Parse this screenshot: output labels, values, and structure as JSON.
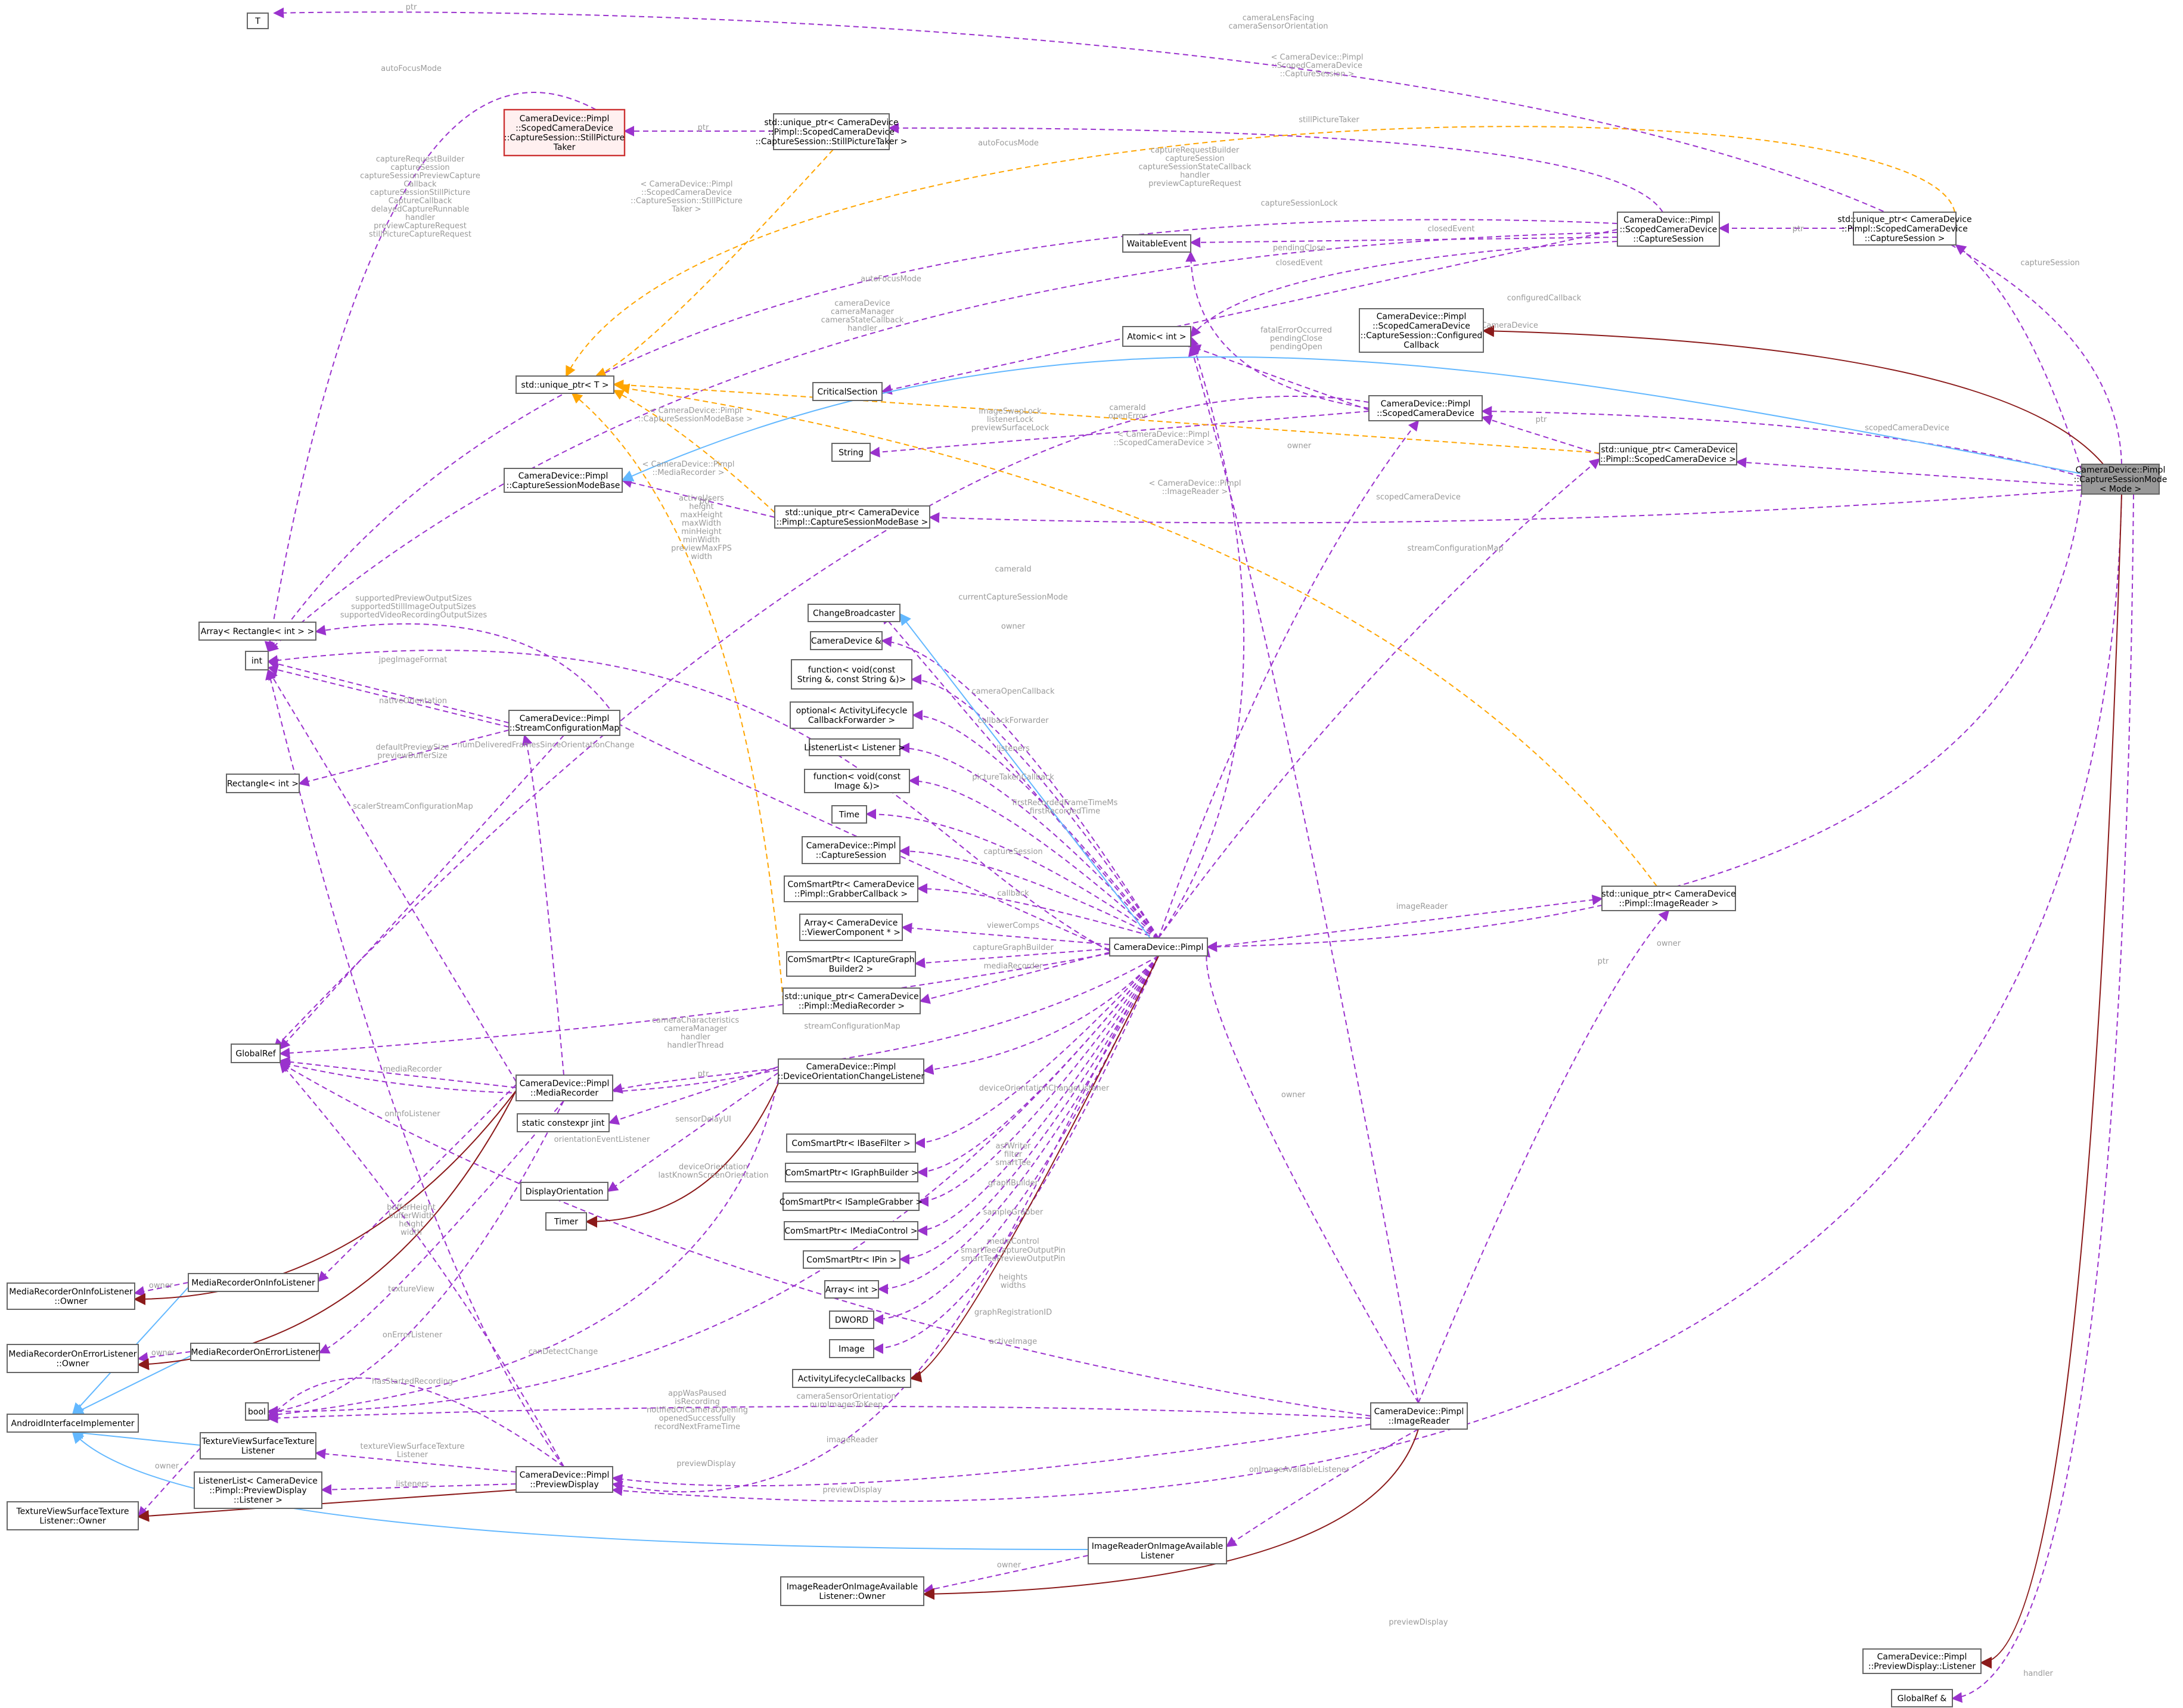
{
  "diagram": {
    "focus_node": "CameraDevice::Pimpl::CaptureSessionMode< Mode >",
    "nodes": [
      {
        "id": "n_T",
        "lines": [
          "T"
        ]
      },
      {
        "id": "n_still",
        "lines": [
          "CameraDevice::Pimpl",
          "::ScopedCameraDevice",
          "::CaptureSession::StillPicture",
          "Taker"
        ]
      },
      {
        "id": "n_up_still",
        "lines": [
          "std::unique_ptr< CameraDevice",
          "::Pimpl::ScopedCameraDevice",
          "::CaptureSession::StillPictureTaker >"
        ]
      },
      {
        "id": "n_capsess",
        "lines": [
          "CameraDevice::Pimpl",
          "::ScopedCameraDevice",
          "::CaptureSession"
        ]
      },
      {
        "id": "n_up_capsess",
        "lines": [
          "std::unique_ptr< CameraDevice",
          "::Pimpl::ScopedCameraDevice",
          "::CaptureSession >"
        ]
      },
      {
        "id": "n_waitable",
        "lines": [
          "WaitableEvent"
        ]
      },
      {
        "id": "n_configured",
        "lines": [
          "CameraDevice::Pimpl",
          "::ScopedCameraDevice",
          "::CaptureSession::Configured",
          "Callback"
        ]
      },
      {
        "id": "n_atomic",
        "lines": [
          "Atomic< int >"
        ]
      },
      {
        "id": "n_uptr",
        "lines": [
          "std::unique_ptr< T >"
        ]
      },
      {
        "id": "n_critical",
        "lines": [
          "CriticalSection"
        ]
      },
      {
        "id": "n_scoped",
        "lines": [
          "CameraDevice::Pimpl",
          "::ScopedCameraDevice"
        ]
      },
      {
        "id": "n_string",
        "lines": [
          "String"
        ]
      },
      {
        "id": "n_up_scoped",
        "lines": [
          "std::unique_ptr< CameraDevice",
          "::Pimpl::ScopedCameraDevice >"
        ]
      },
      {
        "id": "n_focus",
        "lines": [
          "CameraDevice::Pimpl",
          "::CaptureSessionMode",
          "< Mode >"
        ]
      },
      {
        "id": "n_modebase",
        "lines": [
          "CameraDevice::Pimpl",
          "::CaptureSessionModeBase"
        ]
      },
      {
        "id": "n_up_modebase",
        "lines": [
          "std::unique_ptr< CameraDevice",
          "::Pimpl::CaptureSessionModeBase >"
        ]
      },
      {
        "id": "n_arr_rect",
        "lines": [
          "Array< Rectangle< int > >"
        ]
      },
      {
        "id": "n_changebc",
        "lines": [
          "ChangeBroadcaster"
        ]
      },
      {
        "id": "n_camref",
        "lines": [
          "CameraDevice &"
        ]
      },
      {
        "id": "n_func1",
        "lines": [
          "function< void(const",
          "String &, const String &)>"
        ]
      },
      {
        "id": "n_int",
        "lines": [
          "int"
        ]
      },
      {
        "id": "n_streamcfg",
        "lines": [
          "CameraDevice::Pimpl",
          "::StreamConfigurationMap"
        ]
      },
      {
        "id": "n_optional",
        "lines": [
          "optional< ActivityLifecycle",
          "CallbackForwarder >"
        ]
      },
      {
        "id": "n_listenerlist",
        "lines": [
          "ListenerList< Listener >"
        ]
      },
      {
        "id": "n_rect",
        "lines": [
          "Rectangle< int >"
        ]
      },
      {
        "id": "n_func2",
        "lines": [
          "function< void(const",
          "Image &)>"
        ]
      },
      {
        "id": "n_time",
        "lines": [
          "Time"
        ]
      },
      {
        "id": "n_pcapsess",
        "lines": [
          "CameraDevice::Pimpl",
          "::CaptureSession"
        ]
      },
      {
        "id": "n_grabber",
        "lines": [
          "ComSmartPtr< CameraDevice",
          "::Pimpl::GrabberCallback >"
        ]
      },
      {
        "id": "n_arr_viewer",
        "lines": [
          "Array< CameraDevice",
          "::ViewerComponent * >"
        ]
      },
      {
        "id": "n_upimg",
        "lines": [
          "std::unique_ptr< CameraDevice",
          "::Pimpl::ImageReader >"
        ]
      },
      {
        "id": "n_pimpl",
        "lines": [
          "CameraDevice::Pimpl"
        ]
      },
      {
        "id": "n_icapture",
        "lines": [
          "ComSmartPtr< ICaptureGraph",
          "Builder2 >"
        ]
      },
      {
        "id": "n_up_mr",
        "lines": [
          "std::unique_ptr< CameraDevice",
          "::Pimpl::MediaRecorder >"
        ]
      },
      {
        "id": "n_globalref",
        "lines": [
          "GlobalRef"
        ]
      },
      {
        "id": "n_mediarec",
        "lines": [
          "CameraDevice::Pimpl",
          "::MediaRecorder"
        ]
      },
      {
        "id": "n_devorient",
        "lines": [
          "CameraDevice::Pimpl",
          "::DeviceOrientationChangeListener"
        ]
      },
      {
        "id": "n_constexpr",
        "lines": [
          "static constexpr jint"
        ]
      },
      {
        "id": "n_ibase",
        "lines": [
          "ComSmartPtr< IBaseFilter >"
        ]
      },
      {
        "id": "n_igraph",
        "lines": [
          "ComSmartPtr< IGraphBuilder >"
        ]
      },
      {
        "id": "n_disporient",
        "lines": [
          "DisplayOrientation"
        ]
      },
      {
        "id": "n_isample",
        "lines": [
          "ComSmartPtr< ISampleGrabber >"
        ]
      },
      {
        "id": "n_timer",
        "lines": [
          "Timer"
        ]
      },
      {
        "id": "n_imedia",
        "lines": [
          "ComSmartPtr< IMediaControl >"
        ]
      },
      {
        "id": "n_mroninfo",
        "lines": [
          "MediaRecorderOnInfoListener"
        ]
      },
      {
        "id": "n_mroninfo_owner",
        "lines": [
          "MediaRecorderOnInfoListener",
          "::Owner"
        ]
      },
      {
        "id": "n_ipin",
        "lines": [
          "ComSmartPtr< IPin >"
        ]
      },
      {
        "id": "n_arr_int",
        "lines": [
          "Array< int >"
        ]
      },
      {
        "id": "n_mronerr",
        "lines": [
          "MediaRecorderOnErrorListener"
        ]
      },
      {
        "id": "n_mronerr_owner",
        "lines": [
          "MediaRecorderOnErrorListener",
          "::Owner"
        ]
      },
      {
        "id": "n_dword",
        "lines": [
          "DWORD"
        ]
      },
      {
        "id": "n_image",
        "lines": [
          "Image"
        ]
      },
      {
        "id": "n_activity",
        "lines": [
          "ActivityLifecycleCallbacks"
        ]
      },
      {
        "id": "n_bool",
        "lines": [
          "bool"
        ]
      },
      {
        "id": "n_imgreader",
        "lines": [
          "CameraDevice::Pimpl",
          "::ImageReader"
        ]
      },
      {
        "id": "n_aii",
        "lines": [
          "AndroidInterfaceImplementer"
        ]
      },
      {
        "id": "n_tvst",
        "lines": [
          "TextureViewSurfaceTexture",
          "Listener"
        ]
      },
      {
        "id": "n_ll_preview",
        "lines": [
          "ListenerList< CameraDevice",
          "::Pimpl::PreviewDisplay",
          "::Listener >"
        ]
      },
      {
        "id": "n_previewdisp",
        "lines": [
          "CameraDevice::Pimpl",
          "::PreviewDisplay"
        ]
      },
      {
        "id": "n_tvst_owner",
        "lines": [
          "TextureViewSurfaceTexture",
          "Listener::Owner"
        ]
      },
      {
        "id": "n_iroial",
        "lines": [
          "ImageReaderOnImageAvailable",
          "Listener"
        ]
      },
      {
        "id": "n_iroial_owner",
        "lines": [
          "ImageReaderOnImageAvailable",
          "Listener::Owner"
        ]
      },
      {
        "id": "n_pd_listener",
        "lines": [
          "CameraDevice::Pimpl",
          "::PreviewDisplay::Listener"
        ]
      },
      {
        "id": "n_globalref_amp",
        "lines": [
          "GlobalRef &"
        ]
      }
    ],
    "edge_labels": [
      {
        "id": "l_ptr_t",
        "lines": [
          "ptr"
        ]
      },
      {
        "id": "l_lens",
        "lines": [
          "cameraLensFacing",
          "cameraSensorOrientation"
        ]
      },
      {
        "id": "l_autofocus1",
        "lines": [
          "autoFocusMode"
        ]
      },
      {
        "id": "l_ptr_still",
        "lines": [
          "ptr"
        ]
      },
      {
        "id": "l_stilltaker",
        "lines": [
          "stillPictureTaker"
        ]
      },
      {
        "id": "l_orange_capsess",
        "lines": [
          "< CameraDevice::Pimpl",
          "::ScopedCameraDevice",
          "::CaptureSession >"
        ]
      },
      {
        "id": "l_autofocus2",
        "lines": [
          "autoFocusMode"
        ]
      },
      {
        "id": "l_capreq",
        "lines": [
          "captureRequestBuilder",
          "captureSession",
          "captureSessionPreviewCapture",
          "Callback",
          "captureSessionStillPicture",
          "CaptureCallback",
          "delayedCaptureRunnable",
          "handler",
          "previewCaptureRequest",
          "stillPictureCaptureRequest"
        ]
      },
      {
        "id": "l_capsess_right",
        "lines": [
          "captureRequestBuilder",
          "captureSession",
          "captureSessionStateCallback",
          "handler",
          "previewCaptureRequest"
        ]
      },
      {
        "id": "l_orange_still",
        "lines": [
          "< CameraDevice::Pimpl",
          "::ScopedCameraDevice",
          "::CaptureSession::StillPicture",
          "Taker >"
        ]
      },
      {
        "id": "l_caplock",
        "lines": [
          "captureSessionLock"
        ]
      },
      {
        "id": "l_closed",
        "lines": [
          "closedEvent"
        ]
      },
      {
        "id": "l_ptr_cs",
        "lines": [
          "ptr"
        ]
      },
      {
        "id": "l_pending",
        "lines": [
          "pendingClose"
        ]
      },
      {
        "id": "l_closed2",
        "lines": [
          "closedEvent"
        ]
      },
      {
        "id": "l_configcb",
        "lines": [
          "configuredCallback"
        ]
      },
      {
        "id": "l_capsession_r",
        "lines": [
          "captureSession"
        ]
      },
      {
        "id": "l_autofocus3",
        "lines": [
          "autoFocusMode"
        ]
      },
      {
        "id": "l_camdev",
        "lines": [
          "cameraDevice",
          "cameraManager",
          "cameraStateCallback",
          "handler"
        ]
      },
      {
        "id": "l_scopeddevice",
        "lines": [
          "scopedCameraDevice"
        ]
      },
      {
        "id": "l_fatal",
        "lines": [
          "fatalErrorOccurred",
          "pendingClose",
          "pendingOpen"
        ]
      },
      {
        "id": "l_camid",
        "lines": [
          "cameraId",
          "openError"
        ]
      },
      {
        "id": "l_imagesw",
        "lines": [
          "imageSwapLock",
          "listenerLock",
          "previewSurfaceLock"
        ]
      },
      {
        "id": "l_orange_modebase",
        "lines": [
          "< CameraDevice::Pimpl",
          "::CaptureSessionModeBase >"
        ]
      },
      {
        "id": "l_orange_scoped",
        "lines": [
          "< CameraDevice::Pimpl",
          "::ScopedCameraDevice >"
        ]
      },
      {
        "id": "l_ptr_scoped",
        "lines": [
          "ptr"
        ]
      },
      {
        "id": "l_scoped_right",
        "lines": [
          "scopedCameraDevice"
        ]
      },
      {
        "id": "l_orange_mr",
        "lines": [
          "< CameraDevice::Pimpl",
          "::MediaRecorder >"
        ]
      },
      {
        "id": "l_orange_img",
        "lines": [
          "< CameraDevice::Pimpl",
          "::ImageReader >"
        ]
      },
      {
        "id": "l_ptr_mb",
        "lines": [
          "ptr"
        ]
      },
      {
        "id": "l_owner_sc",
        "lines": [
          "owner"
        ]
      },
      {
        "id": "l_scoped2",
        "lines": [
          "scopedCameraDevice"
        ]
      },
      {
        "id": "l_streamcfgmap",
        "lines": [
          "streamConfigurationMap"
        ]
      },
      {
        "id": "l_activeusers",
        "lines": [
          "activeUsers",
          "height",
          "maxHeight",
          "maxWidth",
          "minHeight",
          "minWidth",
          "previewMaxFPS",
          "width"
        ]
      },
      {
        "id": "l_cameraid",
        "lines": [
          "cameraId"
        ]
      },
      {
        "id": "l_curmode",
        "lines": [
          "currentCaptureSessionMode"
        ]
      },
      {
        "id": "l_supported",
        "lines": [
          "supportedPreviewOutputSizes",
          "supportedStillImageOutputSizes",
          "supportedVideoRecordingOutputSizes"
        ]
      },
      {
        "id": "l_owner_cr",
        "lines": [
          "owner"
        ]
      },
      {
        "id": "l_jpeg",
        "lines": [
          "jpegImageFormat"
        ]
      },
      {
        "id": "l_camopen",
        "lines": [
          "cameraOpenCallback"
        ]
      },
      {
        "id": "l_nativeorient",
        "lines": [
          "nativeOrientation"
        ]
      },
      {
        "id": "l_callbackfwd",
        "lines": [
          "callbackForwarder"
        ]
      },
      {
        "id": "l_numdelay",
        "lines": [
          "numDeliveredFramesSinceOrientationChange"
        ]
      },
      {
        "id": "l_listeners",
        "lines": [
          "listeners"
        ]
      },
      {
        "id": "l_defaultpv",
        "lines": [
          "defaultPreviewSize",
          "previewBufferSize"
        ]
      },
      {
        "id": "l_picturetaken",
        "lines": [
          "pictureTakenCallback"
        ]
      },
      {
        "id": "l_firstrec",
        "lines": [
          "firstRecordedFrameTimeMs",
          "firstRecordedTime"
        ]
      },
      {
        "id": "l_scaler",
        "lines": [
          "scalerStreamConfigurationMap"
        ]
      },
      {
        "id": "l_capsession_p",
        "lines": [
          "captureSession"
        ]
      },
      {
        "id": "l_callback",
        "lines": [
          "callback"
        ]
      },
      {
        "id": "l_imagereader",
        "lines": [
          "imageReader"
        ]
      },
      {
        "id": "l_viewercomps",
        "lines": [
          "viewerComps"
        ]
      },
      {
        "id": "l_capgraph",
        "lines": [
          "captureGraphBuilder"
        ]
      },
      {
        "id": "l_ptr_img",
        "lines": [
          "ptr"
        ]
      },
      {
        "id": "l_owner_right",
        "lines": [
          "owner"
        ]
      },
      {
        "id": "l_mediarecorder",
        "lines": [
          "mediaRecorder"
        ]
      },
      {
        "id": "l_streamcfgmap2",
        "lines": [
          "streamConfigurationMap"
        ]
      },
      {
        "id": "l_camchar",
        "lines": [
          "cameraCharacteristics",
          "cameraManager",
          "handler",
          "handlerThread"
        ]
      },
      {
        "id": "l_ptr_mr",
        "lines": [
          "ptr"
        ]
      },
      {
        "id": "l_mediarec2",
        "lines": [
          "mediaRecorder"
        ]
      },
      {
        "id": "l_owner_ir",
        "lines": [
          "owner"
        ]
      },
      {
        "id": "l_devorientcl",
        "lines": [
          "deviceOrientationChangeListener"
        ]
      },
      {
        "id": "l_onInfo",
        "lines": [
          "onInfoListener"
        ]
      },
      {
        "id": "l_sensordelay",
        "lines": [
          "sensorDelayUI"
        ]
      },
      {
        "id": "l_orientevent",
        "lines": [
          "orientationEventListener"
        ]
      },
      {
        "id": "l_asfwriter",
        "lines": [
          "asfWriter",
          "filter",
          "smartTee"
        ]
      },
      {
        "id": "l_graphbuilder",
        "lines": [
          "graphBuilder"
        ]
      },
      {
        "id": "l_devorient",
        "lines": [
          "deviceOrientation",
          "lastKnownScreenOrientation"
        ]
      },
      {
        "id": "l_samplegrabber",
        "lines": [
          "sampleGrabber"
        ]
      },
      {
        "id": "l_bufferheight",
        "lines": [
          "bufferHeight",
          "bufferWidth",
          "height",
          "width"
        ]
      },
      {
        "id": "l_mediacontrol",
        "lines": [
          "mediaControl"
        ]
      },
      {
        "id": "l_owner_info",
        "lines": [
          "owner"
        ]
      },
      {
        "id": "l_smarttee",
        "lines": [
          "smartTeeCaptureOutputPin",
          "smartTeePreviewOutputPin"
        ]
      },
      {
        "id": "l_textureview",
        "lines": [
          "textureView"
        ]
      },
      {
        "id": "l_heights",
        "lines": [
          "heights",
          "widths"
        ]
      },
      {
        "id": "l_graphreg",
        "lines": [
          "graphRegistrationID"
        ]
      },
      {
        "id": "l_owner_err",
        "lines": [
          "owner"
        ]
      },
      {
        "id": "l_onerror",
        "lines": [
          "onErrorListener"
        ]
      },
      {
        "id": "l_canDetect",
        "lines": [
          "canDetectChange"
        ]
      },
      {
        "id": "l_activeimage",
        "lines": [
          "activeImage"
        ]
      },
      {
        "id": "l_hasstarted",
        "lines": [
          "hasStartedRecording"
        ]
      },
      {
        "id": "l_camsensor",
        "lines": [
          "cameraSensorOrientation",
          "numImagesToKeep"
        ]
      },
      {
        "id": "l_appwas",
        "lines": [
          "appWasPaused",
          "isRecording",
          "notifiedOfCameraOpening",
          "openedSuccessfully",
          "recordNextFrameTime"
        ]
      },
      {
        "id": "l_imagereader2",
        "lines": [
          "imageReader"
        ]
      },
      {
        "id": "l_owner_tvst",
        "lines": [
          "owner"
        ]
      },
      {
        "id": "l_tvst",
        "lines": [
          "textureViewSurfaceTexture",
          "Listener"
        ]
      },
      {
        "id": "l_previewdisp",
        "lines": [
          "previewDisplay"
        ]
      },
      {
        "id": "l_onimageavail",
        "lines": [
          "onImageAvailableListener"
        ]
      },
      {
        "id": "l_listeners2",
        "lines": [
          "listeners"
        ]
      },
      {
        "id": "l_previewdisp2",
        "lines": [
          "previewDisplay"
        ]
      },
      {
        "id": "l_owner_iroial",
        "lines": [
          "owner"
        ]
      },
      {
        "id": "l_previewdisp3",
        "lines": [
          "previewDisplay"
        ]
      },
      {
        "id": "l_handler",
        "lines": [
          "handler"
        ]
      }
    ],
    "colors": {
      "usage_edge": "#9a32cd",
      "template_edge": "#ffa500",
      "inheritance_edge": "#63b8ff",
      "private_inheritance_edge": "#8b1a1a",
      "focus_fill": "#999999",
      "highlight_border": "#cc3333",
      "label_text": "#9a9a9a"
    }
  }
}
